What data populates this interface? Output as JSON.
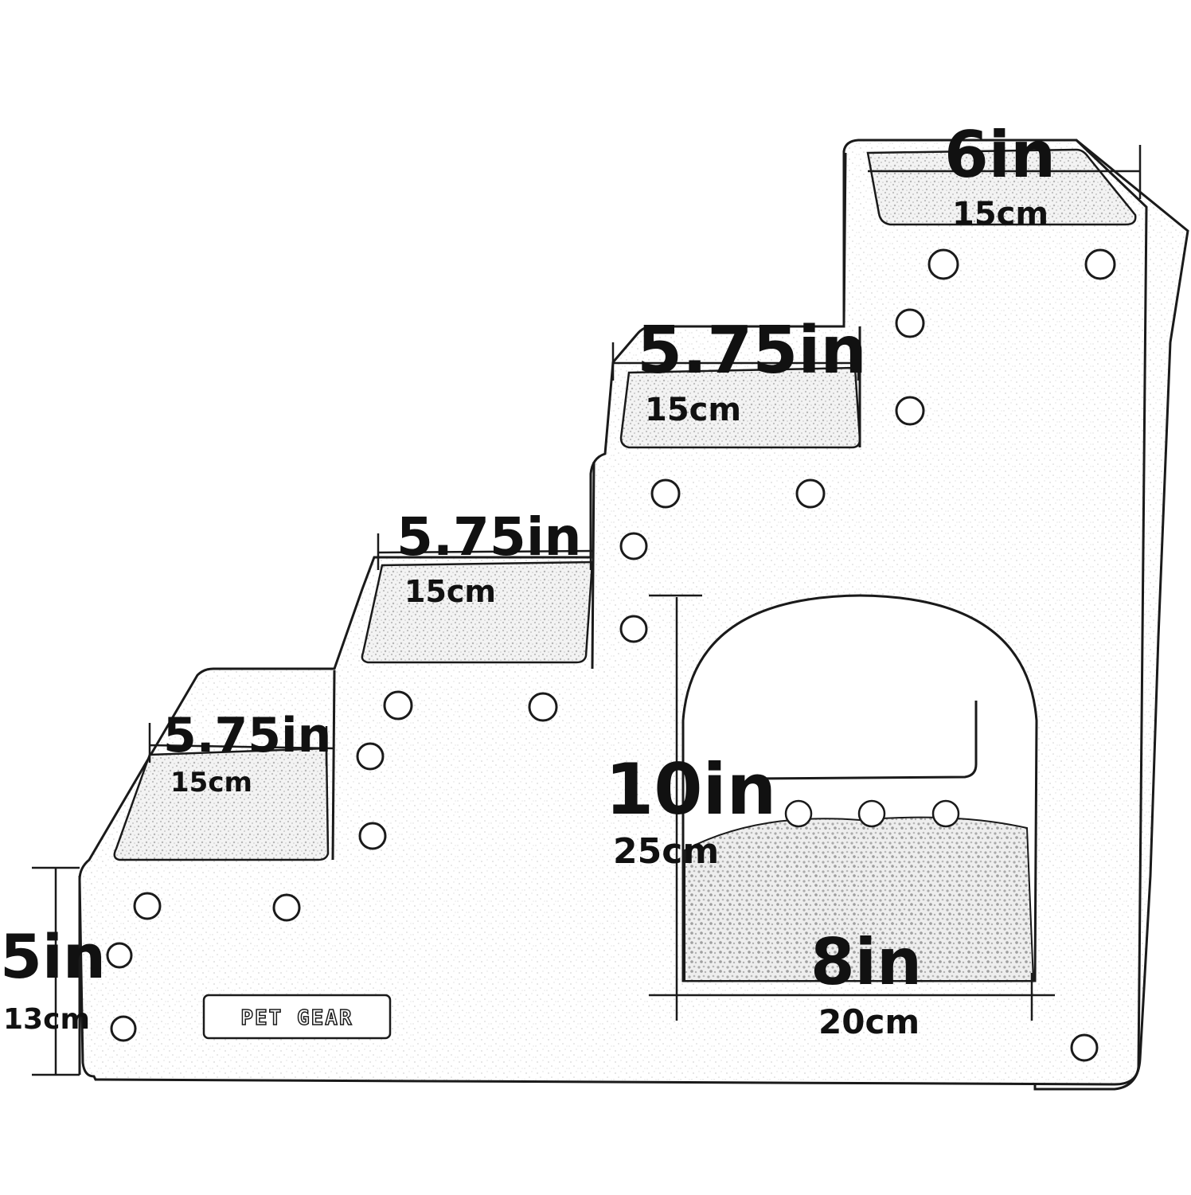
{
  "diagram": {
    "subject": "pet stairs dimensions",
    "colors": {
      "line": "#1a1a1a",
      "fill": "#ffffff",
      "texture": "#e2e2e2",
      "carpet": "#cfcfcf"
    },
    "logo": {
      "text": "PET GEAR"
    },
    "dimensions": {
      "riser": {
        "imperial": "5in",
        "metric": "13cm"
      },
      "step1": {
        "imperial": "5.75in",
        "metric": "15cm"
      },
      "step2": {
        "imperial": "5.75in",
        "metric": "15cm"
      },
      "step3": {
        "imperial": "5.75in",
        "metric": "15cm"
      },
      "top": {
        "imperial": "6in",
        "metric": "15cm"
      },
      "opening_height": {
        "imperial": "10in",
        "metric": "25cm"
      },
      "opening_width": {
        "imperial": "8in",
        "metric": "20cm"
      }
    }
  }
}
